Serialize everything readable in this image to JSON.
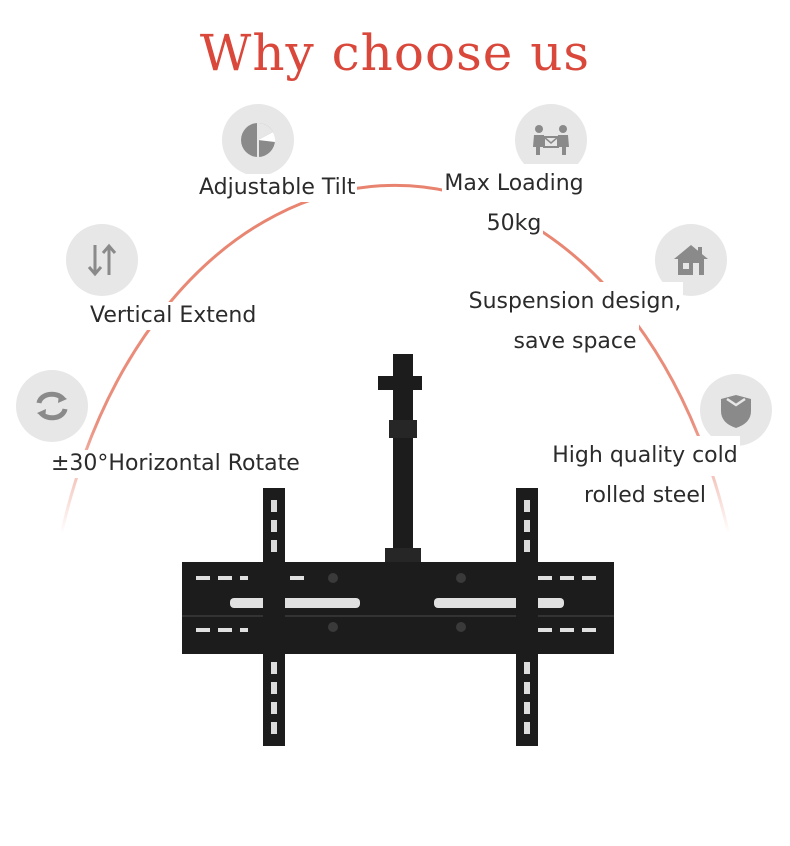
{
  "title": "Why choose us",
  "colors": {
    "accent": "#d9483b",
    "arc": "#e8836f",
    "icon_bg": "#e7e7e7",
    "icon_fg": "#8a8a8a",
    "mount": "#1c1c1c",
    "text": "#2b2b2b"
  },
  "features": [
    {
      "icon": "tilt-icon",
      "lines": [
        "Adjustable Tilt"
      ]
    },
    {
      "icon": "loading-icon",
      "lines": [
        "Max Loading",
        "50kg"
      ]
    },
    {
      "icon": "vertical-arrows-icon",
      "lines": [
        "Vertical Extend"
      ]
    },
    {
      "icon": "house-icon",
      "lines": [
        "Suspension design,",
        "save space"
      ]
    },
    {
      "icon": "rotate-icon",
      "lines": [
        "±30°Horizontal Rotate"
      ]
    },
    {
      "icon": "shield-icon",
      "lines": [
        "High quality cold",
        "rolled steel"
      ]
    }
  ],
  "product_image": "ceiling-tv-mount"
}
